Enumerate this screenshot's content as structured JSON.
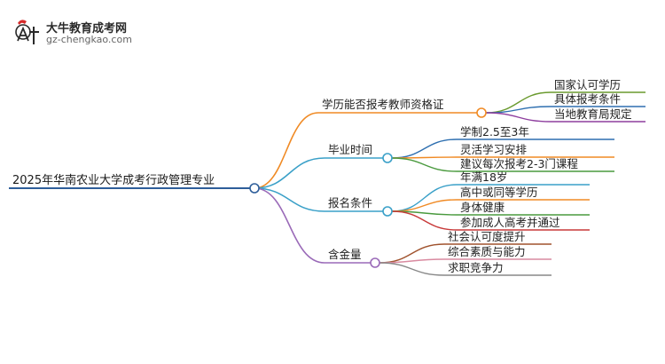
{
  "logo": {
    "title": "大牛教育成考网",
    "url": "gz-chengkao.com"
  },
  "mindmap": {
    "root": "2025年华南农业大学成考行政管理专业",
    "branches": [
      {
        "label": "学历能否报考教师资格证",
        "color": "#f08a24",
        "children": [
          {
            "label": "国家认可学历",
            "color": "#6a9a2e"
          },
          {
            "label": "具体报考条件",
            "color": "#2e6fb0"
          },
          {
            "label": "当地教育局规定",
            "color": "#8e3e9e"
          }
        ]
      },
      {
        "label": "毕业时间",
        "color": "#3aa0c8",
        "children": [
          {
            "label": "学制2.5至3年",
            "color": "#2e6fb0"
          },
          {
            "label": "灵活学习安排",
            "color": "#f08a24"
          },
          {
            "label": "建议每次报考2-3门课程",
            "color": "#4a9a3e"
          }
        ]
      },
      {
        "label": "报名条件",
        "color": "#3aa0c8",
        "children": [
          {
            "label": "年满18岁",
            "color": "#3aa0c8"
          },
          {
            "label": "高中或同等学历",
            "color": "#f08a24"
          },
          {
            "label": "身体健康",
            "color": "#4a9a3e"
          },
          {
            "label": "参加成人高考并通过",
            "color": "#c83a3a"
          }
        ]
      },
      {
        "label": "含金量",
        "color": "#9a6ab8",
        "children": [
          {
            "label": "社会认可度提升",
            "color": "#a0522d"
          },
          {
            "label": "综合素质与能力",
            "color": "#d98aa0"
          },
          {
            "label": "求职竞争力",
            "color": "#888888"
          }
        ]
      }
    ]
  }
}
